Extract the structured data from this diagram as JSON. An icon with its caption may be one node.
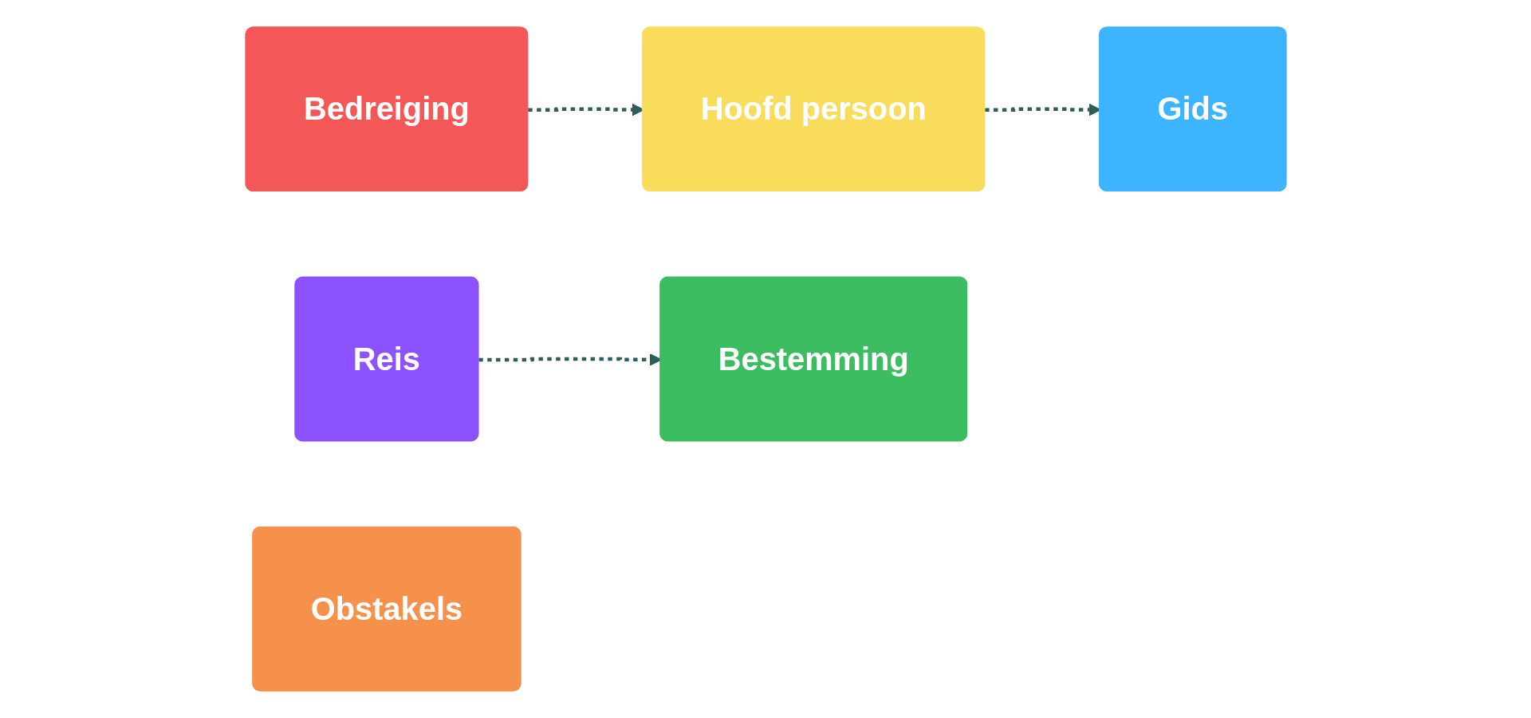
{
  "diagram": {
    "nodes": [
      {
        "text": [
          "Gids"
        ]
      },
      {
        "text": [
          "Reis"
        ]
      },
      {
        "text": [
          "Bedreiging"
        ]
      },
      {
        "text": [
          "Hoofd persoon"
        ]
      },
      {
        "text": [
          "Obstakels"
        ]
      },
      {
        "text": [
          "Bestemming"
        ]
      }
    ],
    "edges": [
      {
        "from": 2,
        "to": 3,
        "arrow": "to",
        "style": "dashed"
      },
      {
        "from": 3,
        "to": 0,
        "arrow": "to",
        "style": "dashed"
      },
      {
        "from": 1,
        "to": 5,
        "arrow": "to",
        "style": "dashed"
      }
    ]
  }
}
